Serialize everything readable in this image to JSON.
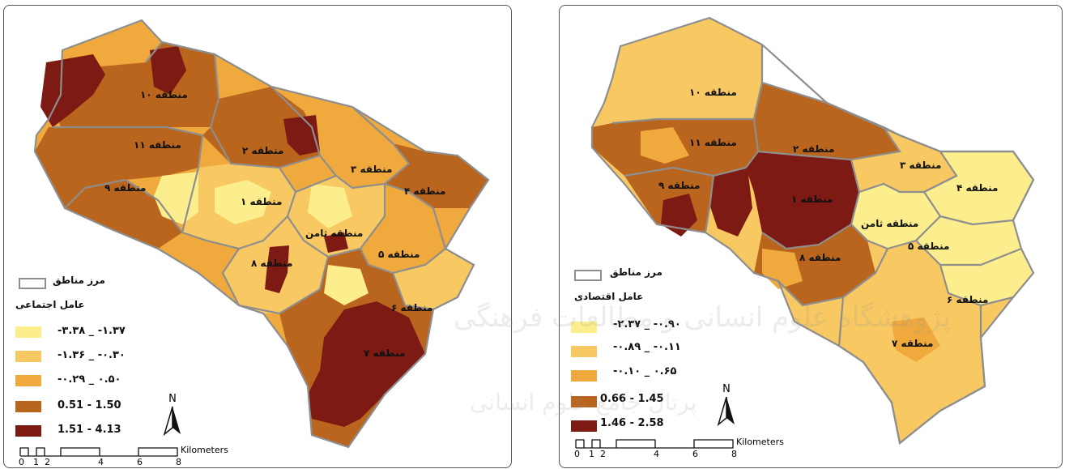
{
  "colors": {
    "class1": "#fcee8d",
    "class2": "#f8c862",
    "class3": "#efa93c",
    "class4": "#b9651e",
    "class5": "#7d1a14",
    "boundary": "#8e8e8e"
  },
  "left_map": {
    "legend": {
      "boundary_label": "مرز مناطق",
      "title": "عامل اجتماعی",
      "classes": [
        {
          "range": "-۳.۳۸ _ -۱.۳۷"
        },
        {
          "range": "-۱.۳۶ _ -۰.۳۰"
        },
        {
          "range": "-۰.۲۹ _ ۰.۵۰"
        },
        {
          "range": "0.51 - 1.50"
        },
        {
          "range": "1.51 - 4.13"
        }
      ]
    },
    "regions": [
      "منطقه ۱۰",
      "منطقه ۱۱",
      "منطقه ۲",
      "منطقه ۳",
      "منطقه ۹",
      "منطقه ۴",
      "منطقه ۱",
      "منطقه ثامن",
      "منطقه ۸",
      "منطقه ۵",
      "منطقه ۶",
      "منطقه ۷"
    ]
  },
  "right_map": {
    "legend": {
      "boundary_label": "مرز مناطق",
      "title": "عامل اقتصادی",
      "classes": [
        {
          "range": "-۲.۳۷ _ -۰.۹۰"
        },
        {
          "range": "-۰.۸۹ _ -۰.۱۱"
        },
        {
          "range": "-۰.۱۰ _ ۰.۶۵"
        },
        {
          "range": "0.66 - 1.45"
        },
        {
          "range": "1.46 - 2.58"
        }
      ]
    },
    "regions": [
      "منطقه ۱۰",
      "منطقه ۱۱",
      "منطقه ۲",
      "منطقه ۳",
      "منطقه ۹",
      "منطقه ۴",
      "منطقه ۱",
      "منطقه ثامن",
      "منطقه ۵",
      "منطقه ۸",
      "منطقه ۶",
      "منطقه ۷"
    ]
  },
  "north_label": "N",
  "scale": {
    "unit": "Kilometers",
    "ticks": [
      "0",
      "1",
      "2",
      "4",
      "6",
      "8"
    ]
  },
  "watermark": {
    "line1": "پژوهشگاه علوم انسانی و مطالعات فرهنگی",
    "line2": "پرتال جامع علوم انسانی"
  }
}
